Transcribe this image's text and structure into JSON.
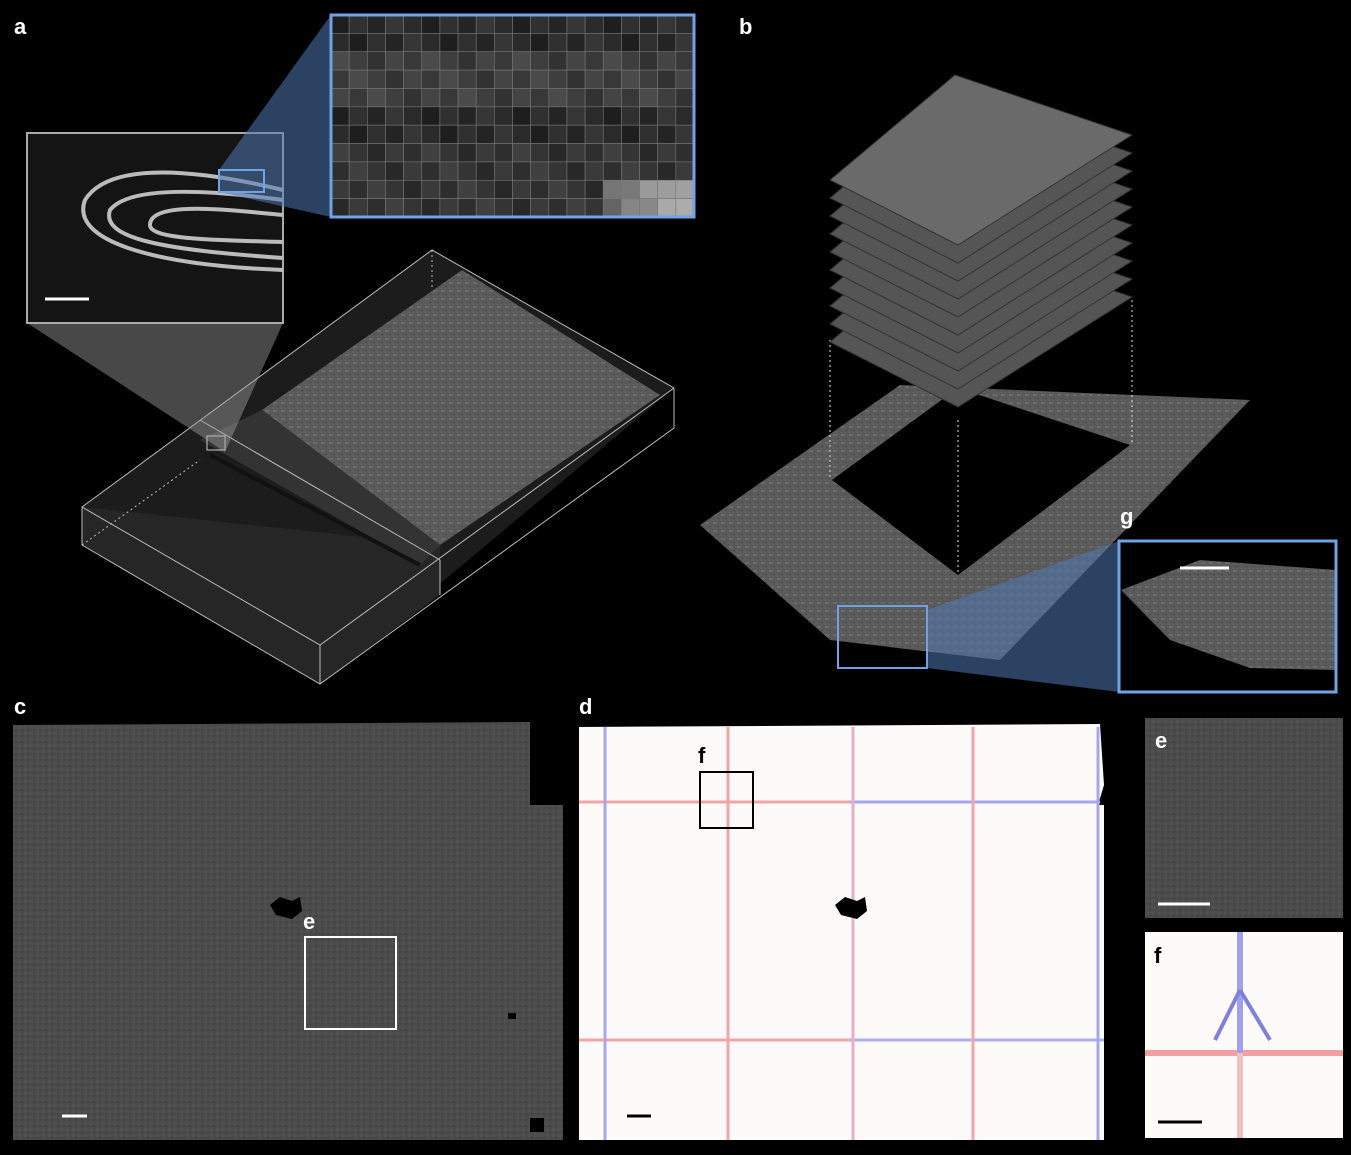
{
  "figure": {
    "panel_labels": {
      "a": "a",
      "b": "b",
      "c": "c",
      "d": "d",
      "e": "e",
      "f": "f",
      "g": "g"
    },
    "region_labels": {
      "e_in_c": "e",
      "f_in_d": "f"
    }
  },
  "colors": {
    "background": "#000000",
    "highlight_blue": "#6fa3e6",
    "fold_red": "#f08c8c",
    "fold_blue": "#8c8cf0",
    "page_gray": "#4a4a4a"
  }
}
